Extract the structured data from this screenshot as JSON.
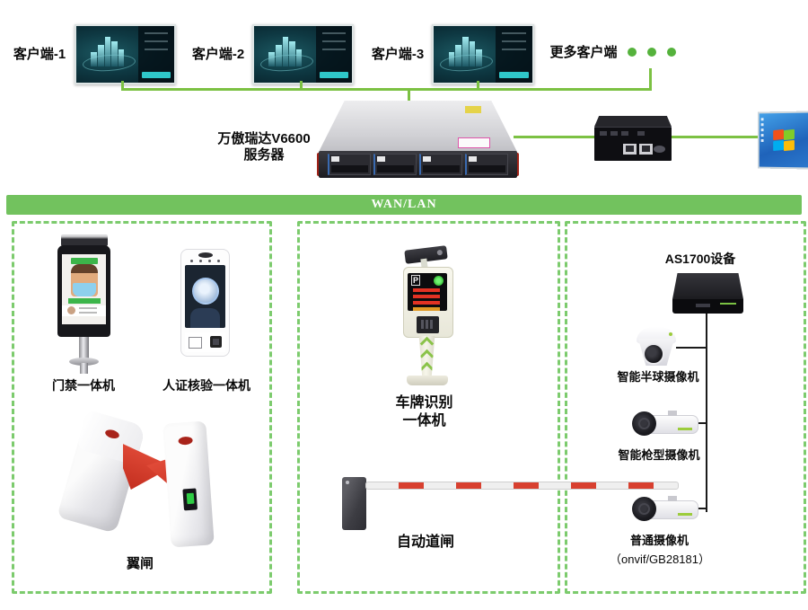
{
  "diagram": {
    "clients": {
      "labels": [
        "客户端-1",
        "客户端-2",
        "客户端-3"
      ],
      "more_label": "更多客户端"
    },
    "server": {
      "name": "万傲瑞达V6600",
      "role": "服务器"
    },
    "network_banner": "WAN/LAN",
    "zone_access": {
      "device1": "门禁一体机",
      "device2": "人证核验一体机",
      "device3": "翼闸"
    },
    "zone_parking": {
      "device1_line1": "车牌识别",
      "device1_line2": "一体机",
      "p_logo": "P",
      "device2": "自动道闸"
    },
    "zone_camera": {
      "title": "AS1700设备",
      "camera1": "智能半球摄像机",
      "camera2": "智能枪型摄像机",
      "camera3": "普通摄像机",
      "camera3_protocol": "（onvif/GB28181）"
    }
  },
  "colors": {
    "line_green": "#7cc143",
    "banner_green": "#72c25e",
    "dash_green": "#7ccb6d",
    "wing_red": "#d8392b",
    "led_green": "#2ecc44"
  }
}
